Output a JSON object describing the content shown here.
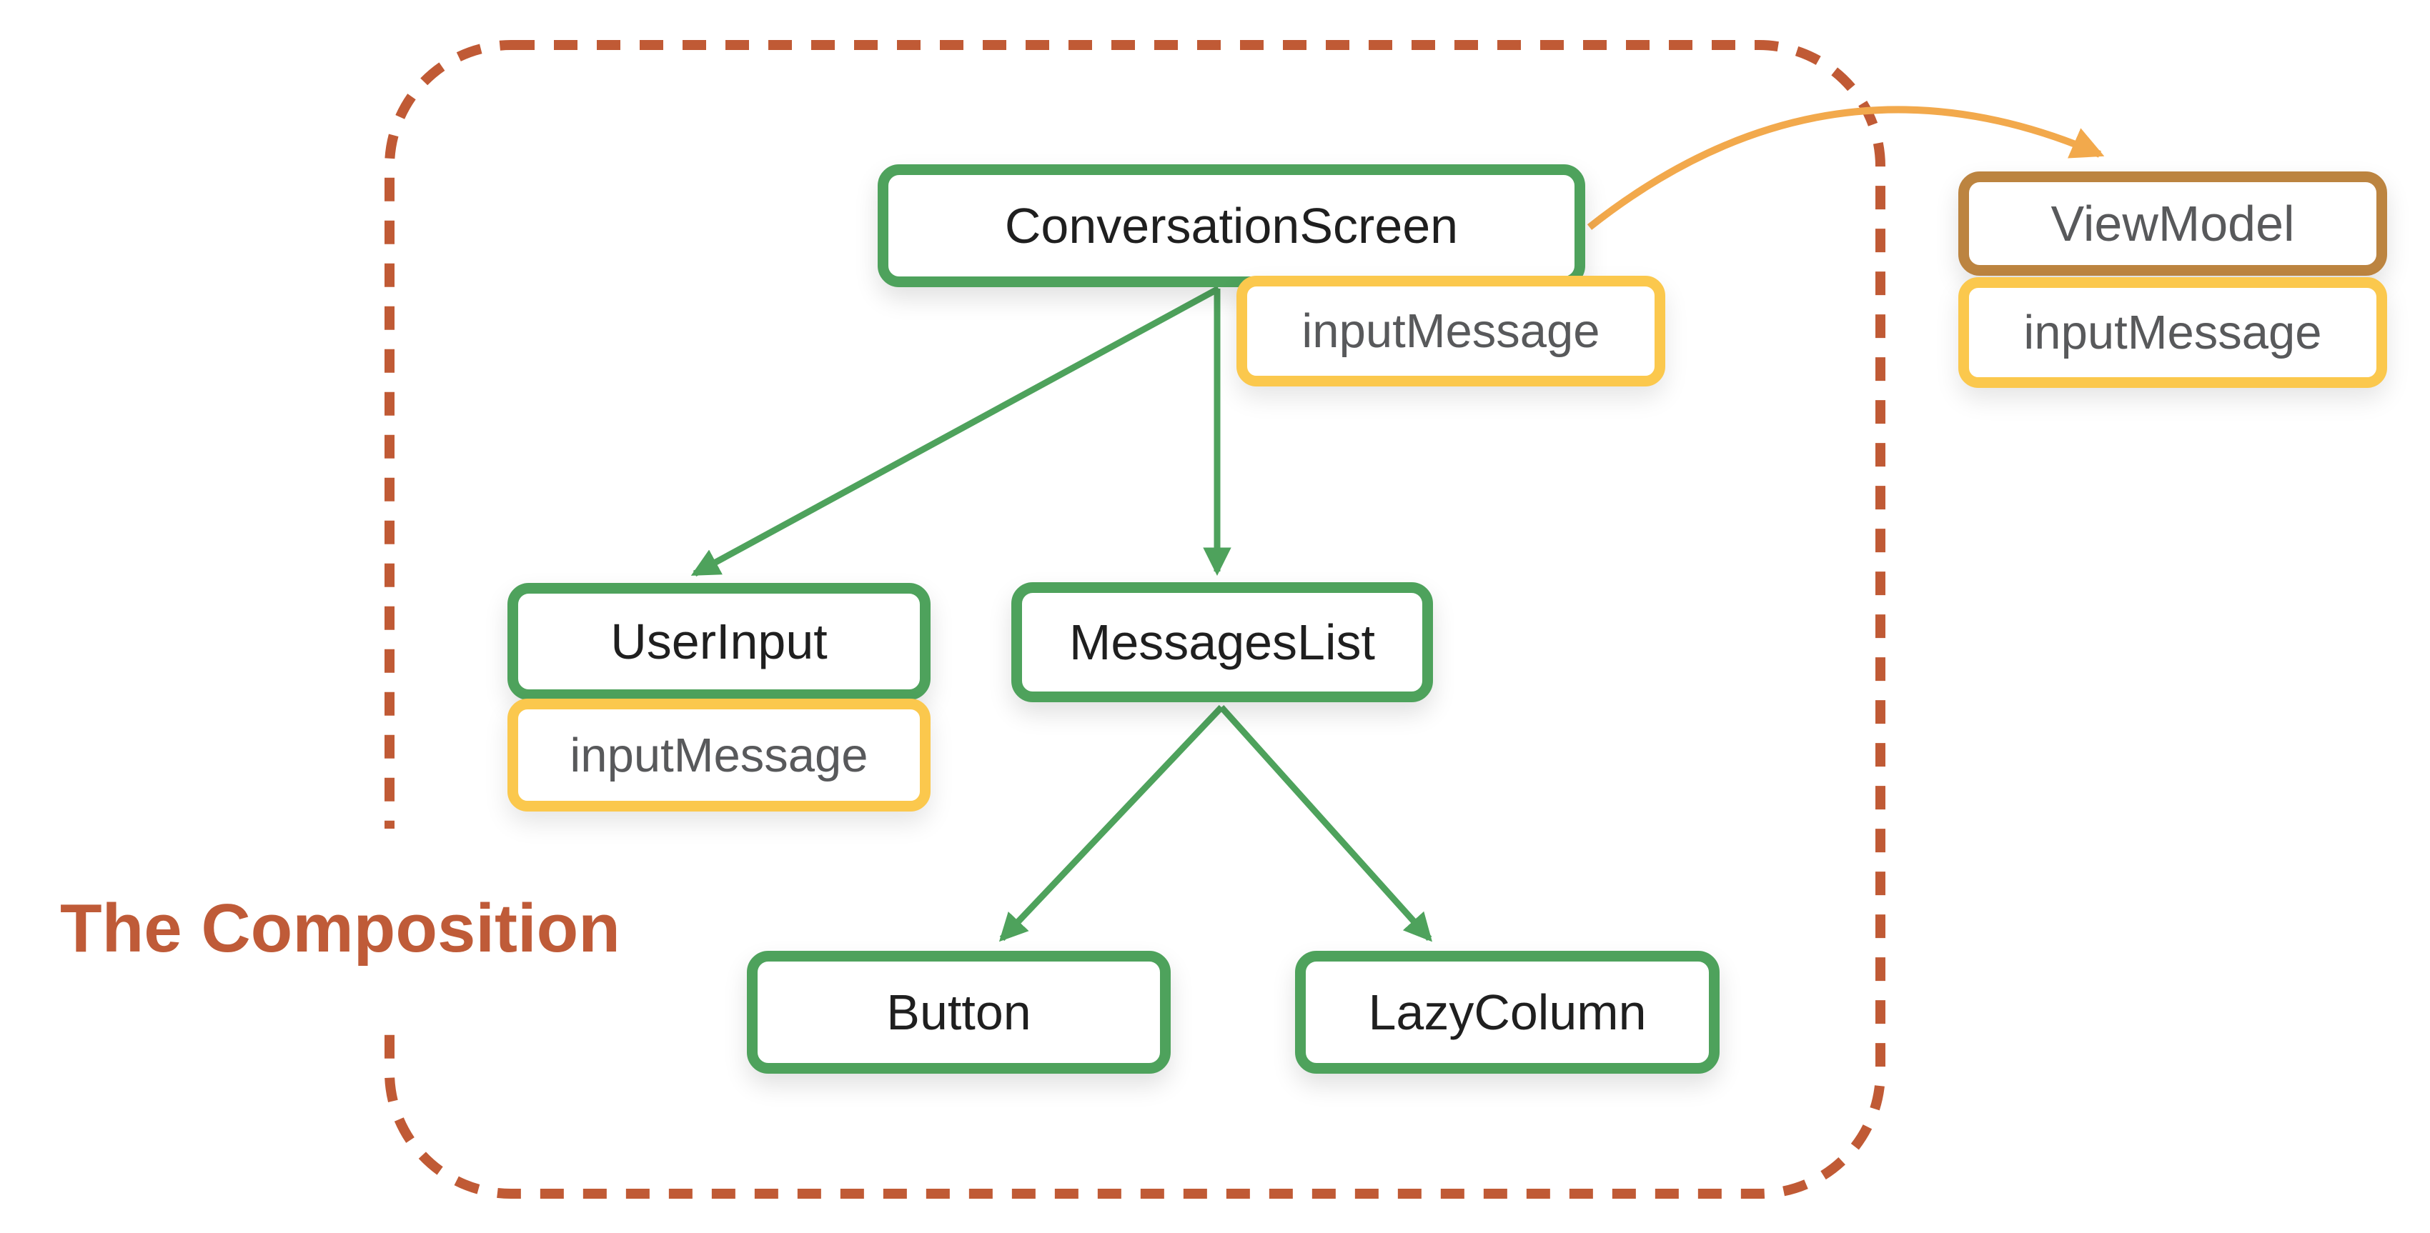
{
  "diagram": {
    "title": "The Composition",
    "nodes": {
      "conversationScreen": {
        "label": "ConversationScreen"
      },
      "userInput": {
        "label": "UserInput"
      },
      "messagesList": {
        "label": "MessagesList"
      },
      "button": {
        "label": "Button"
      },
      "lazyColumn": {
        "label": "LazyColumn"
      },
      "viewModel": {
        "label": "ViewModel"
      }
    },
    "badges": {
      "conversationScreenState": {
        "label": "inputMessage"
      },
      "userInputState": {
        "label": "inputMessage"
      },
      "viewModelState": {
        "label": "inputMessage"
      }
    },
    "edges": [
      {
        "from": "ConversationScreen",
        "to": "UserInput",
        "style": "green-arrow"
      },
      {
        "from": "ConversationScreen",
        "to": "MessagesList",
        "style": "green-arrow"
      },
      {
        "from": "MessagesList",
        "to": "Button",
        "style": "green-arrow"
      },
      {
        "from": "MessagesList",
        "to": "LazyColumn",
        "style": "green-arrow"
      },
      {
        "from": "ConversationScreen",
        "to": "ViewModel",
        "style": "orange-curved-arrow"
      }
    ],
    "colors": {
      "node_border_green": "#4ea25c",
      "badge_border_yellow": "#fbc84d",
      "viewmodel_border_brown": "#bc8440",
      "arrow_orange": "#f2a94c",
      "dashed_boundary": "#c05a35",
      "title_text": "#bf5b38",
      "node_text": "#1f1f1f",
      "badge_text": "#58595b"
    }
  }
}
